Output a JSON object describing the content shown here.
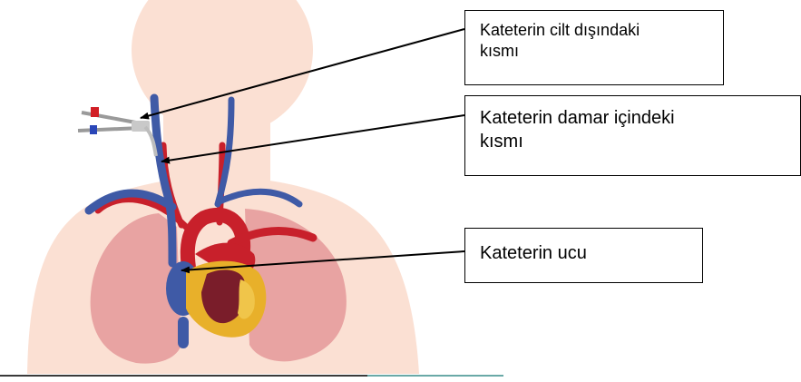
{
  "labels": {
    "external": "Kateterin cilt dışındaki\nkısmı",
    "intravascular": "Kateterin damar içindeki\nkısmı",
    "tip": "Kateterin ucu"
  },
  "colors": {
    "skin": "#fbe0d3",
    "lung": "#e8a3a2",
    "vein": "#3f5aa6",
    "artery": "#c8202b",
    "heart_muscle": "#e8b02a",
    "heart_dark": "#7a1d2a"
  }
}
